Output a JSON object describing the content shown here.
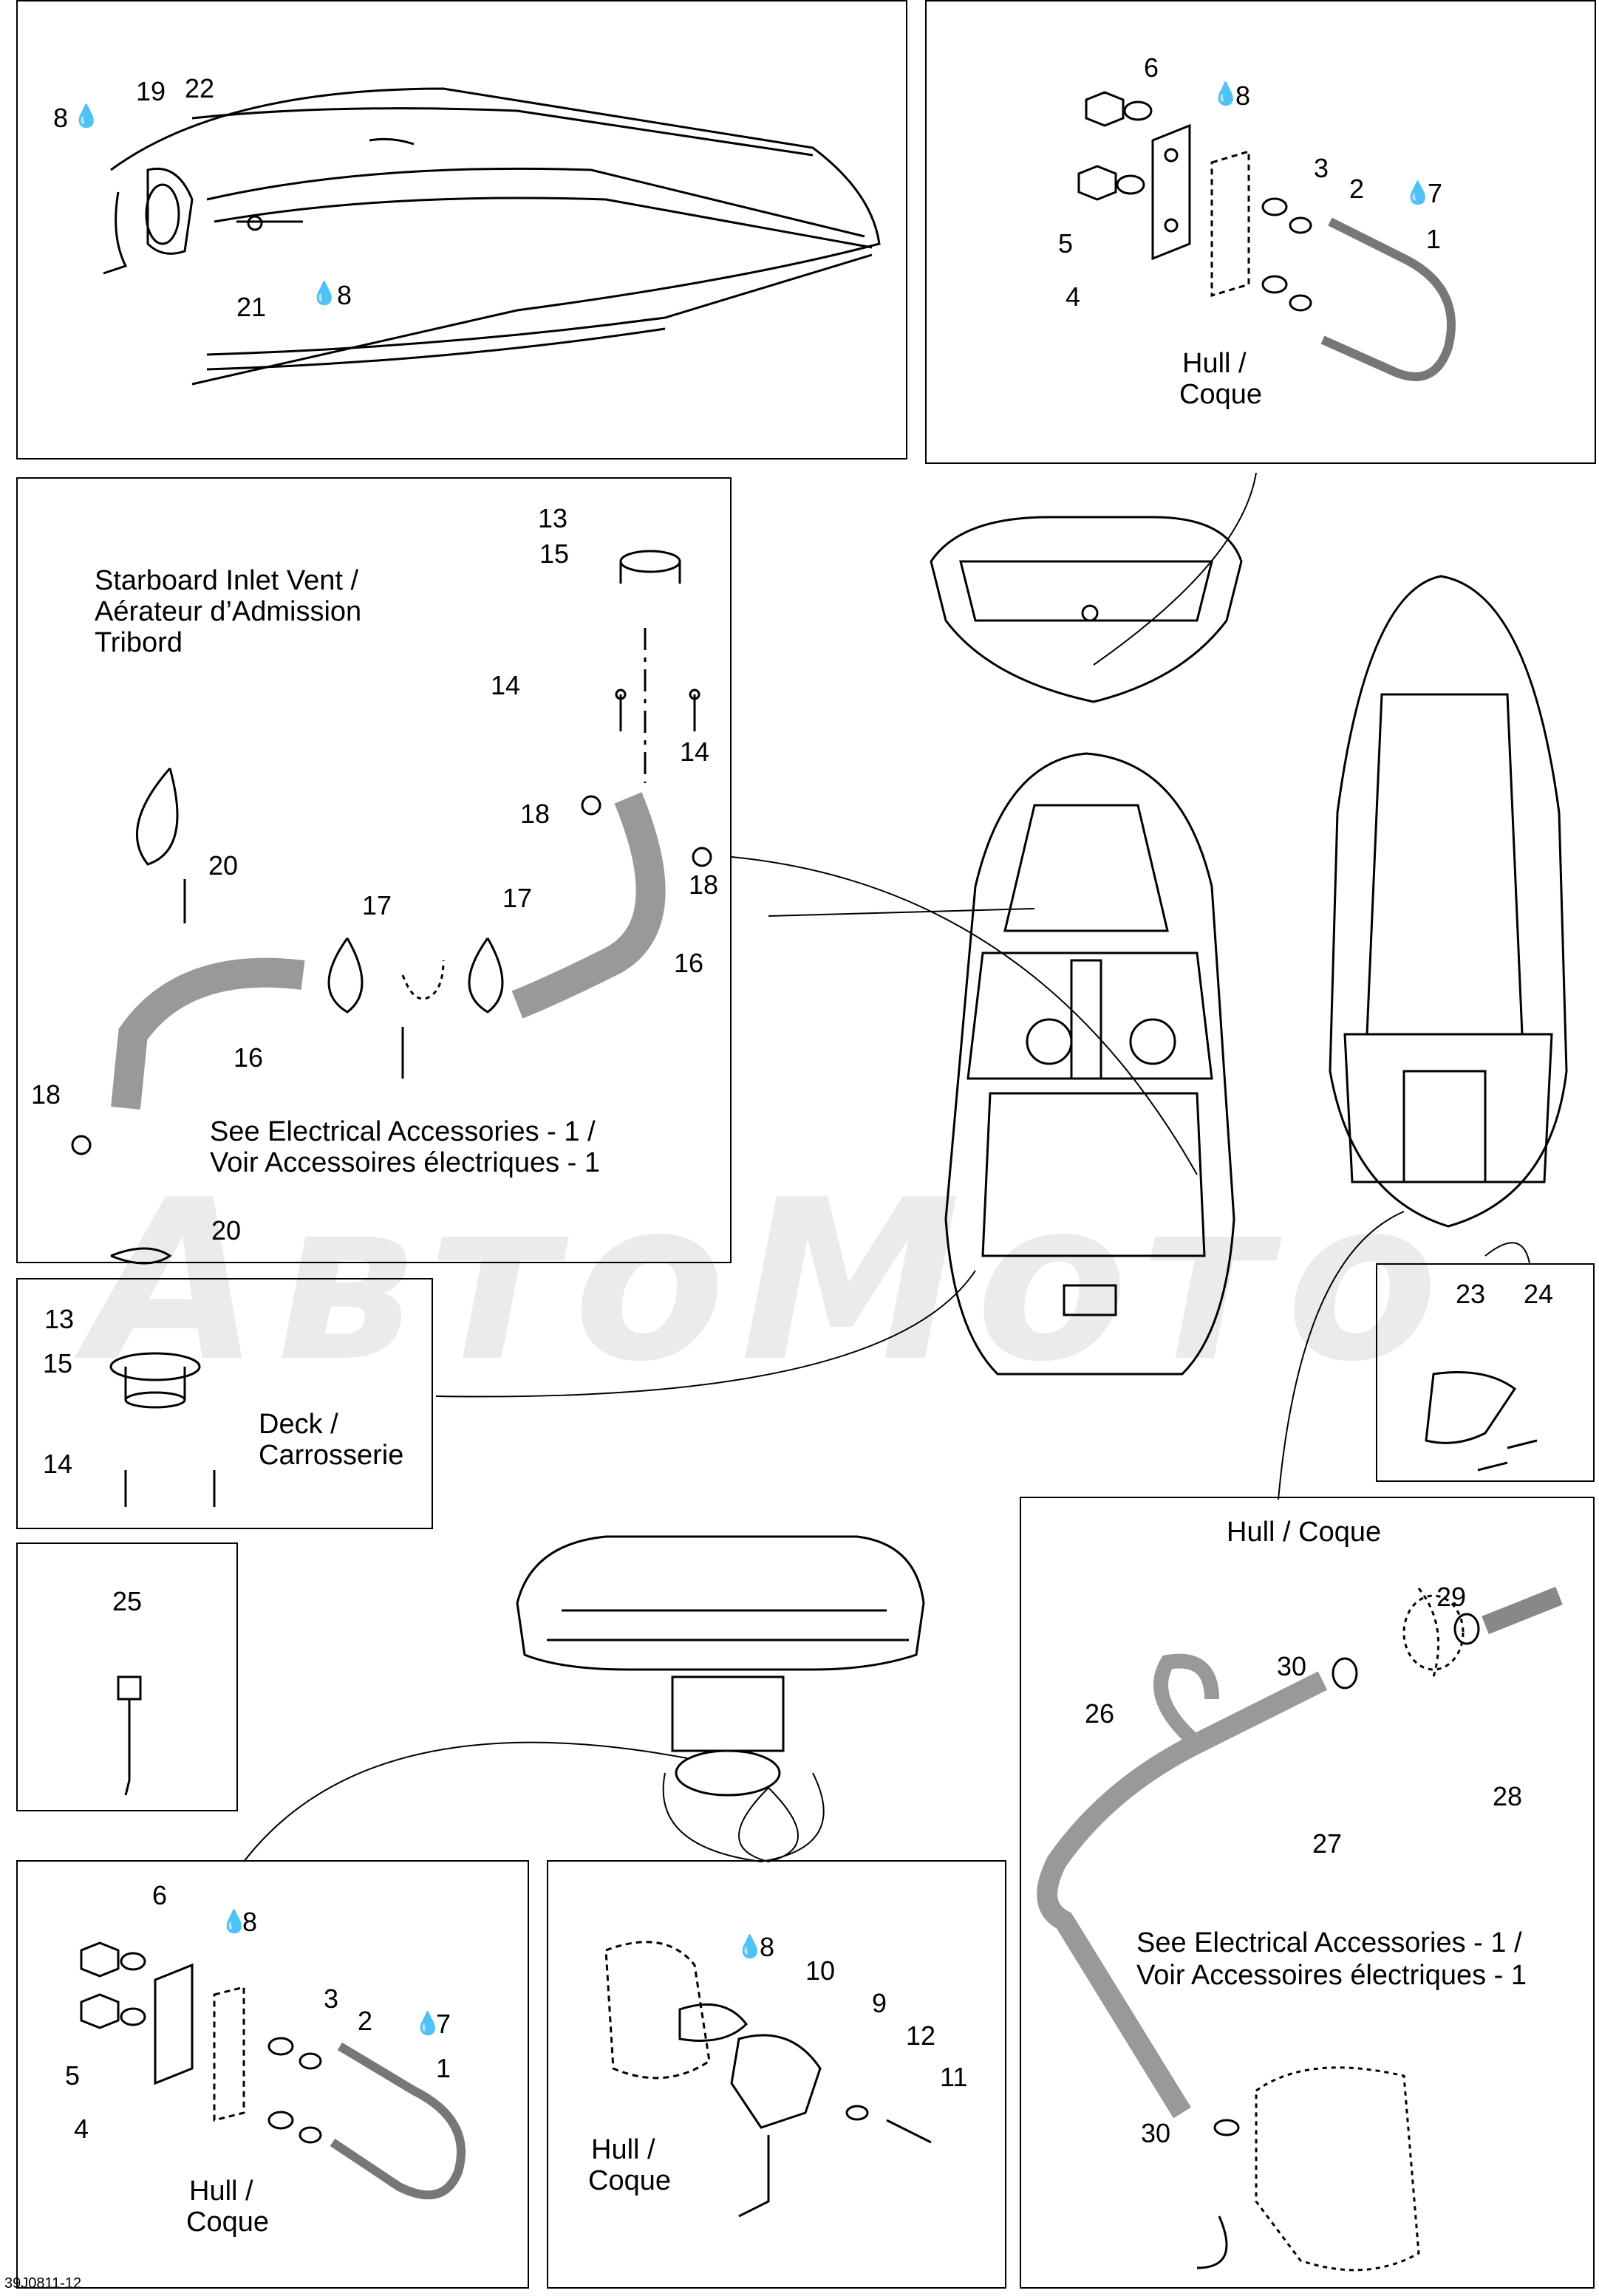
{
  "watermark": "АвтоМото",
  "drawing_code": "39J0811-12",
  "drop_symbol": "💧",
  "panels": {
    "top_left": {
      "labels": {
        "p8": "8",
        "p19": "19",
        "p22": "22",
        "p21": "21",
        "p8b": "8"
      }
    },
    "top_right": {
      "labels": {
        "p6": "6",
        "p8": "8",
        "p3": "3",
        "p2": "2",
        "p7": "7",
        "p5": "5",
        "p1": "1",
        "p4": "4"
      },
      "note": [
        "Hull /",
        "Coque"
      ]
    },
    "vent": {
      "labels": {
        "p13": "13",
        "p15": "15",
        "p14a": "14",
        "p14b": "14",
        "p18a": "18",
        "p18b": "18",
        "p20a": "20",
        "p17a": "17",
        "p17b": "17",
        "p16a": "16",
        "p16b": "16",
        "p18c": "18",
        "p20b": "20"
      },
      "inlet_note": [
        "Starboard Inlet Vent /",
        "Aérateur d’Admission",
        "Tribord"
      ],
      "elec_note": [
        "See Electrical Accessories - 1 /",
        "Voir Accessoires électriques - 1"
      ]
    },
    "deck_vent": {
      "labels": {
        "p13": "13",
        "p15": "15",
        "p14": "14"
      },
      "note": [
        "Deck /",
        "Carrosserie"
      ]
    },
    "screw": {
      "labels": {
        "p25": "25"
      }
    },
    "cover": {
      "labels": {
        "p23": "23",
        "p24": "24"
      }
    },
    "bottom_left": {
      "labels": {
        "p6": "6",
        "p8": "8",
        "p3": "3",
        "p2": "2",
        "p7": "7",
        "p5": "5",
        "p1": "1",
        "p4": "4"
      },
      "note": [
        "Hull /",
        "Coque"
      ]
    },
    "drain": {
      "labels": {
        "p8": "8",
        "p10": "10",
        "p9": "9",
        "p12": "12",
        "p11": "11"
      },
      "note": [
        "Hull /",
        "Coque"
      ]
    },
    "pump": {
      "labels": {
        "p29": "29",
        "p30a": "30",
        "p26": "26",
        "p28": "28",
        "p27": "27",
        "p30b": "30"
      },
      "hull_note": "Hull / Coque",
      "elec_note": [
        "See Electrical Accessories - 1 /",
        "Voir Accessoires électriques - 1"
      ]
    }
  }
}
